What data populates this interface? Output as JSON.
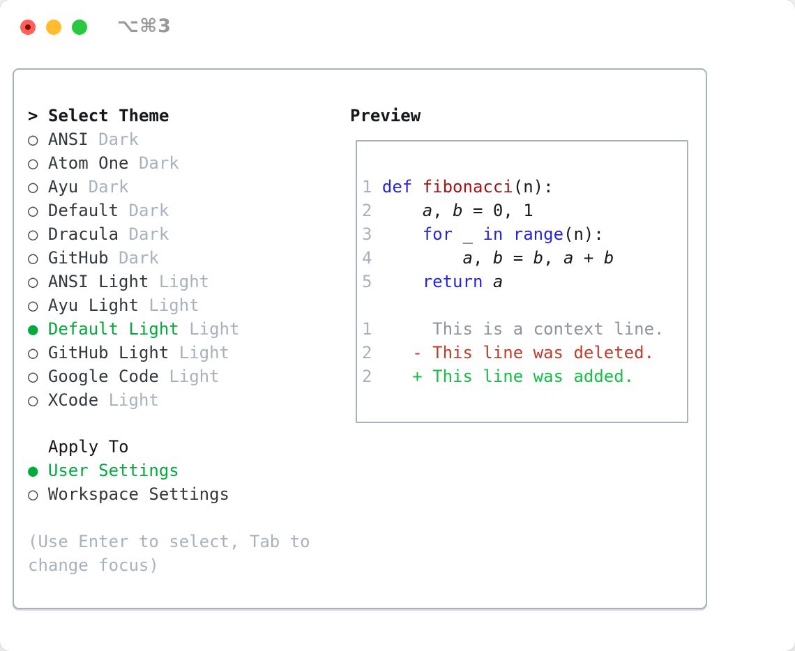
{
  "titlebar": {
    "title": "⌥⌘3"
  },
  "glyphs": {
    "header_prefix": ">",
    "radio_selected": "●",
    "radio_unselected": "○"
  },
  "theme_list": {
    "header": "Select Theme",
    "items": [
      {
        "name": "ANSI",
        "tag": "Dark",
        "selected": false
      },
      {
        "name": "Atom One",
        "tag": "Dark",
        "selected": false
      },
      {
        "name": "Ayu",
        "tag": "Dark",
        "selected": false
      },
      {
        "name": "Default",
        "tag": "Dark",
        "selected": false
      },
      {
        "name": "Dracula",
        "tag": "Dark",
        "selected": false
      },
      {
        "name": "GitHub",
        "tag": "Dark",
        "selected": false
      },
      {
        "name": "ANSI Light",
        "tag": "Light",
        "selected": false
      },
      {
        "name": "Ayu Light",
        "tag": "Light",
        "selected": false
      },
      {
        "name": "Default Light",
        "tag": "Light",
        "selected": true
      },
      {
        "name": "GitHub Light",
        "tag": "Light",
        "selected": false
      },
      {
        "name": "Google Code",
        "tag": "Light",
        "selected": false
      },
      {
        "name": "XCode",
        "tag": "Light",
        "selected": false
      }
    ]
  },
  "apply_to": {
    "header": "Apply To",
    "options": [
      {
        "name": "User Settings",
        "selected": true
      },
      {
        "name": "Workspace Settings",
        "selected": false
      }
    ]
  },
  "help_text": "(Use Enter to select, Tab to change focus)",
  "preview": {
    "title": "Preview",
    "code_lines": [
      {
        "num": "1",
        "tokens": [
          [
            "def ",
            "kw"
          ],
          [
            "fibonacci",
            "fn"
          ],
          [
            "(n):",
            "df"
          ]
        ]
      },
      {
        "num": "2",
        "tokens": [
          [
            "    ",
            "df"
          ],
          [
            "a",
            "var"
          ],
          [
            ", ",
            "df"
          ],
          [
            "b",
            "var"
          ],
          [
            " = 0, 1",
            "df"
          ]
        ]
      },
      {
        "num": "3",
        "tokens": [
          [
            "    ",
            "df"
          ],
          [
            "for",
            "kw"
          ],
          [
            " _ ",
            "df"
          ],
          [
            "in",
            "kw"
          ],
          [
            " ",
            "df"
          ],
          [
            "range",
            "kw"
          ],
          [
            "(n):",
            "df"
          ]
        ]
      },
      {
        "num": "4",
        "tokens": [
          [
            "        ",
            "df"
          ],
          [
            "a",
            "var"
          ],
          [
            ", ",
            "df"
          ],
          [
            "b",
            "var"
          ],
          [
            " = ",
            "df"
          ],
          [
            "b",
            "var"
          ],
          [
            ", ",
            "df"
          ],
          [
            "a",
            "var"
          ],
          [
            " + ",
            "df"
          ],
          [
            "b",
            "var"
          ]
        ]
      },
      {
        "num": "5",
        "tokens": [
          [
            "    ",
            "df"
          ],
          [
            "return",
            "kw"
          ],
          [
            " ",
            "df"
          ],
          [
            "a",
            "var"
          ]
        ]
      }
    ],
    "diff_lines": [
      {
        "num": "1",
        "gutter": "      ",
        "text": "This is a context line.",
        "kind": "context"
      },
      {
        "num": "2",
        "gutter": "    ",
        "text": "- This line was deleted.",
        "kind": "deleted"
      },
      {
        "num": "2",
        "gutter": "    ",
        "text": "+ This line was added.",
        "kind": "added"
      }
    ]
  },
  "colors": {
    "border": "#a9b1ba",
    "ink": "#15171a",
    "item": "#33383f",
    "muted": "#a8b1bc",
    "green": "#00ab3c",
    "added": "#12c044",
    "deleted": "#c63a28",
    "keyword": "#2525dd",
    "function": "#a31414",
    "code": "#17191c",
    "context": "#8d949b",
    "title_gray": "#97999d",
    "tl_red": "#ff5f57",
    "tl_red_dot": "#820b02",
    "tl_yellow": "#febc2e",
    "tl_green": "#27c93f"
  }
}
